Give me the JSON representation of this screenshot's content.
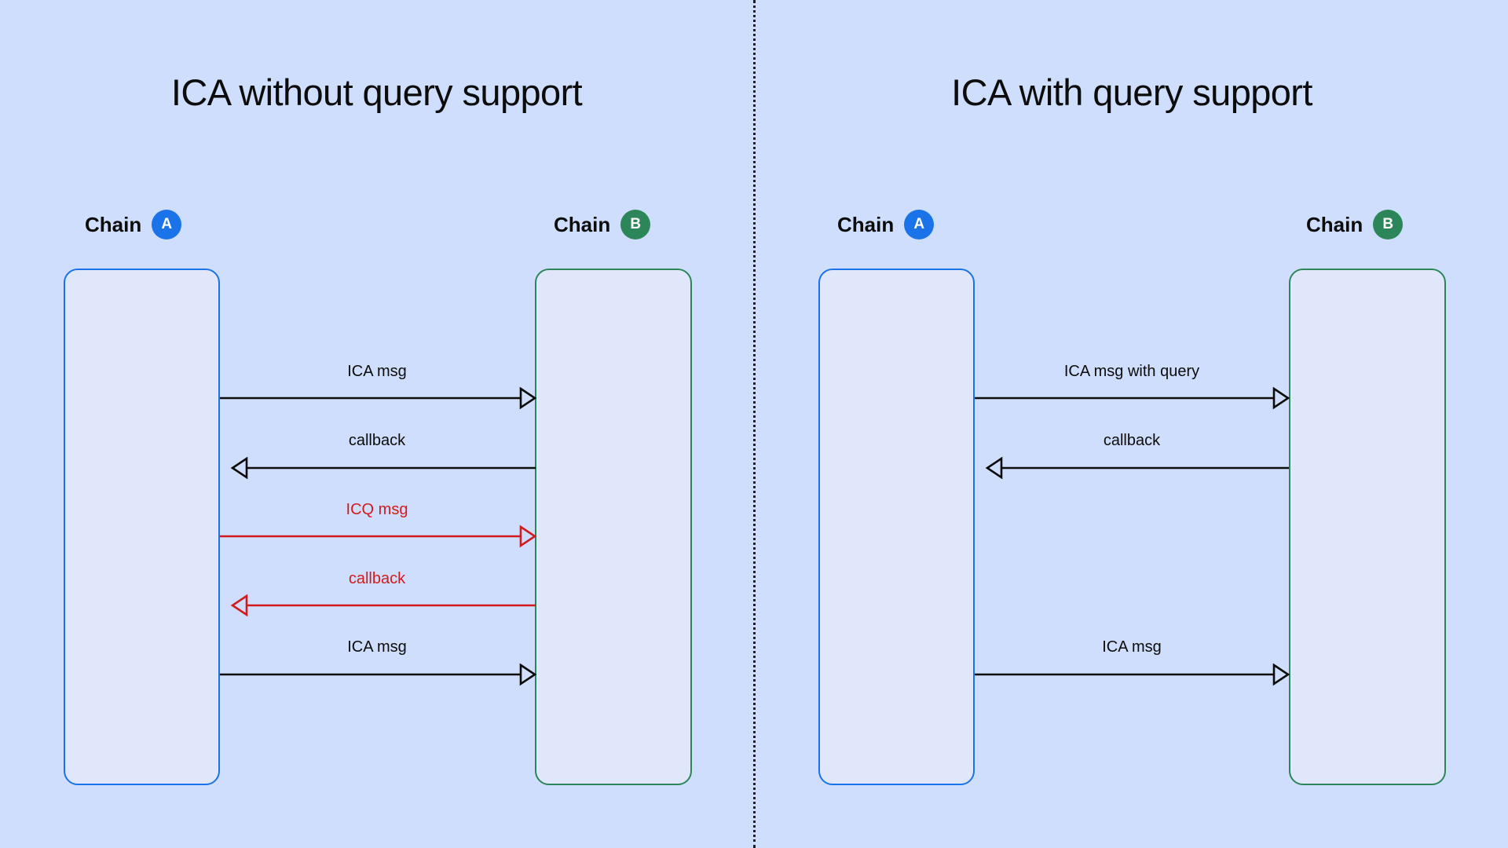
{
  "theme": {
    "background": "#cfdefc",
    "chain_a_color": "#1a73e8",
    "chain_b_color": "#2d8659",
    "box_fill": "#e1e7fa",
    "black": "#0c0c0c",
    "red": "#d01c1f",
    "divider_style": "dotted"
  },
  "panels": [
    {
      "id": "without-query",
      "title": "ICA without query support",
      "chains": [
        {
          "label": "Chain",
          "badge": "A",
          "color": "#1a73e8"
        },
        {
          "label": "Chain",
          "badge": "B",
          "color": "#2d8659"
        }
      ],
      "messages": [
        {
          "label": "ICA msg",
          "direction": "a-to-b",
          "color": "black"
        },
        {
          "label": "callback",
          "direction": "b-to-a",
          "color": "black"
        },
        {
          "label": "ICQ msg",
          "direction": "a-to-b",
          "color": "red"
        },
        {
          "label": "callback",
          "direction": "b-to-a",
          "color": "red"
        },
        {
          "label": "ICA msg",
          "direction": "a-to-b",
          "color": "black"
        }
      ]
    },
    {
      "id": "with-query",
      "title": "ICA with query support",
      "chains": [
        {
          "label": "Chain",
          "badge": "A",
          "color": "#1a73e8"
        },
        {
          "label": "Chain",
          "badge": "B",
          "color": "#2d8659"
        }
      ],
      "messages": [
        {
          "label": "ICA msg with query",
          "direction": "a-to-b",
          "color": "black"
        },
        {
          "label": "callback",
          "direction": "b-to-a",
          "color": "black"
        },
        {
          "label": "ICA msg",
          "direction": "a-to-b",
          "color": "black"
        }
      ]
    }
  ]
}
